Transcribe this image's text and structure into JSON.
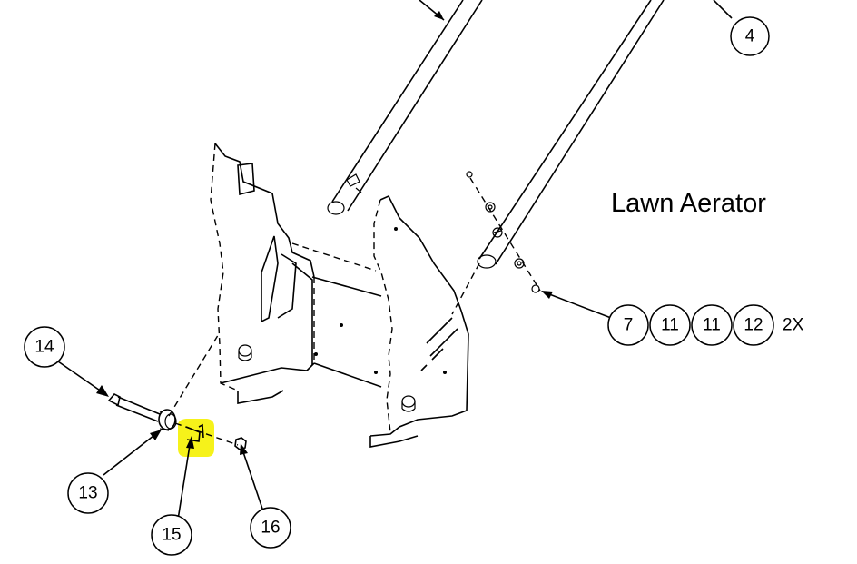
{
  "title": "Lawn Aerator",
  "highlight_color": "#f6f21a",
  "callouts": {
    "c4": "4",
    "c14": "14",
    "c13": "13",
    "c15": "15",
    "c16": "16",
    "group": [
      "7",
      "11",
      "11",
      "12"
    ],
    "group_qty": "2X"
  }
}
